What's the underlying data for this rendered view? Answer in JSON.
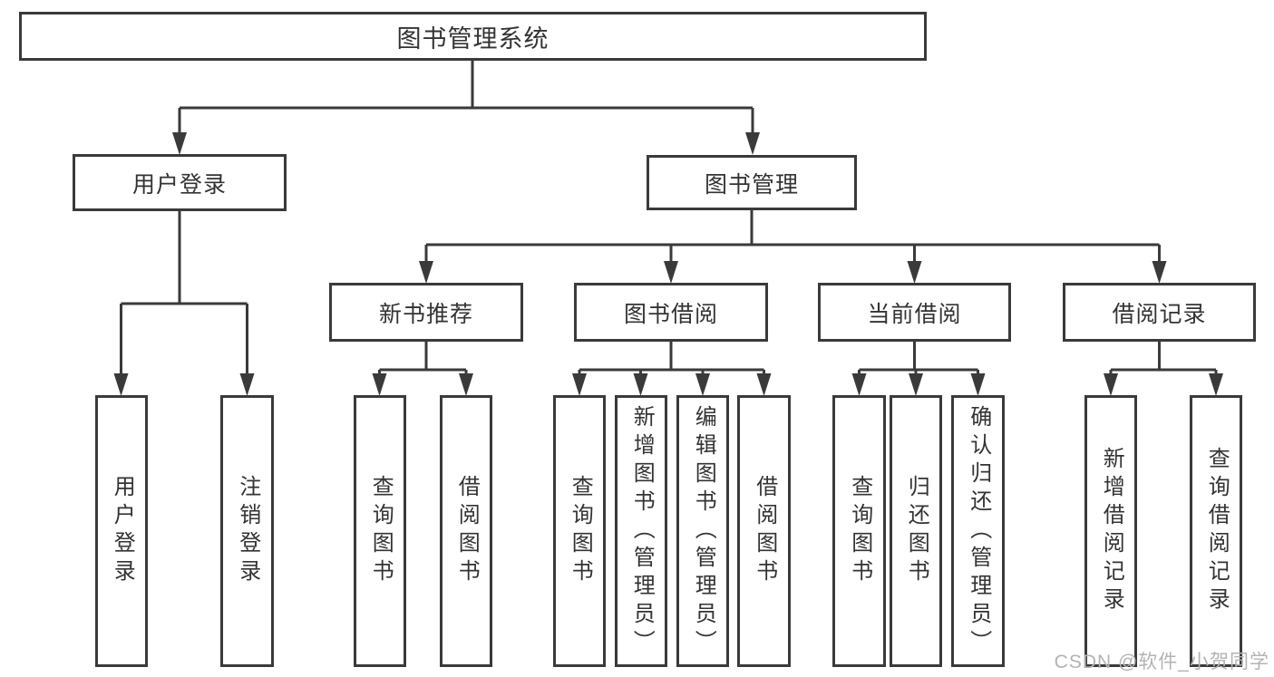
{
  "diagram": {
    "nodes": {
      "root": "图书管理系统",
      "level2": [
        "用户登录",
        "图书管理"
      ],
      "level3": [
        "新书推荐",
        "图书借阅",
        "当前借阅",
        "借阅记录"
      ],
      "level4": [
        "用户登录",
        "注销登录",
        "查询图书",
        "借阅图书",
        "查询图书",
        "新增图书（管理员）",
        "编辑图书（管理员）",
        "借阅图书",
        "查询图书",
        "归还图书",
        "确认归还（管理员）",
        "新增借阅记录",
        "查询借阅记录"
      ]
    },
    "colors": {
      "line": "#3a3a3a",
      "text": "#333333",
      "background": "#ffffff",
      "watermark": "#b3b3b3"
    }
  },
  "watermark": "CSDN @软件_小贺同学"
}
